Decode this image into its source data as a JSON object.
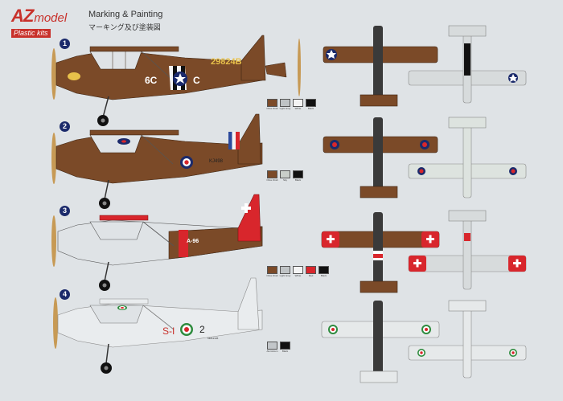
{
  "header": {
    "logo_brand": "AZ",
    "logo_word": "model",
    "logo_tag": "Plastic kits",
    "title": "Marking & Painting",
    "subtitle": "マーキング及び塗装図"
  },
  "schemes": [
    {
      "number": "1",
      "fuselage_code": "29824B",
      "code_left": "6C",
      "code_right": "C"
    },
    {
      "number": "2",
      "fuselage_code": "KJ498"
    },
    {
      "number": "3",
      "fuselage_code": "A-96"
    },
    {
      "number": "4",
      "code_left": "S-I",
      "code_right": "2",
      "fuselage_code": "MM12345"
    }
  ],
  "swatch_sets": [
    {
      "swatches": [
        {
          "label": "Olive Drab",
          "color": "#7b4a28"
        },
        {
          "label": "Light Gray",
          "color": "#bfc3c5"
        },
        {
          "label": "White",
          "color": "#f4f4f4"
        },
        {
          "label": "Black",
          "color": "#111111"
        }
      ]
    },
    {
      "swatches": [
        {
          "label": "Olive Drab",
          "color": "#7b4a28"
        },
        {
          "label": "Sky",
          "color": "#c9cec9"
        },
        {
          "label": "Black",
          "color": "#111111"
        }
      ]
    },
    {
      "swatches": [
        {
          "label": "Olive Drab",
          "color": "#7b4a28"
        },
        {
          "label": "Light Gray",
          "color": "#bfc3c5"
        },
        {
          "label": "White",
          "color": "#f4f4f4"
        },
        {
          "label": "Red",
          "color": "#d8262c"
        },
        {
          "label": "Black",
          "color": "#111111"
        }
      ]
    },
    {
      "swatches": [
        {
          "label": "Aluminium",
          "color": "#c2c6c9"
        },
        {
          "label": "Black",
          "color": "#111111"
        }
      ]
    }
  ],
  "colors": {
    "brown": "#7b4a28",
    "silver": "#d7dbdc",
    "prop": "#c79a55",
    "red": "#d8262c",
    "usblue": "#1b2a6b",
    "bg": "#dfe3e6"
  }
}
